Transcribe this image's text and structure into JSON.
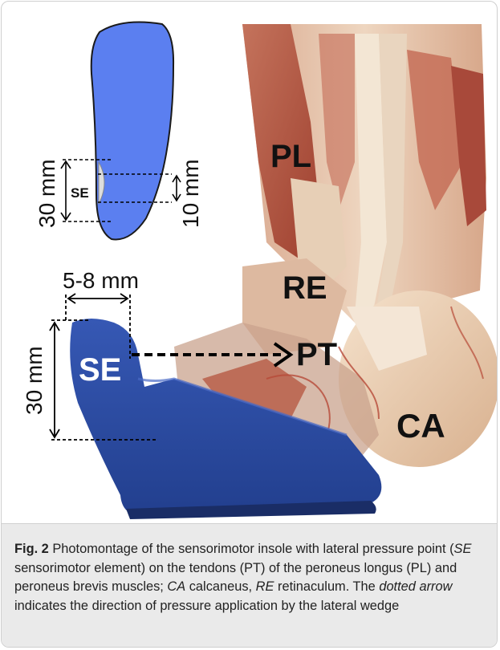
{
  "figure": {
    "labels": {
      "pl": "PL",
      "re": "RE",
      "pt": "PT",
      "ca": "CA",
      "se_large": "SE",
      "se_small": "SE"
    },
    "dimensions": {
      "sole_length": "30 mm",
      "sole_width": "10 mm",
      "wedge_width": "5-8 mm",
      "wedge_height": "30 mm"
    },
    "colors": {
      "insole_outline_fill": "#5b7ff0",
      "insole_photo": "#2e4fa6",
      "muscle": "#b85b46",
      "tendon": "#efe2cf",
      "bone": "#f3dcc2"
    }
  },
  "caption": {
    "fig_number": "Fig. 2",
    "text_1": " Photomontage of the sensorimotor insole with lateral pressure point (",
    "se_abbr": "SE",
    "text_2": " sensorimotor element) on the tendons (PT) of the peroneus longus (PL) and peroneus brevis muscles; ",
    "ca_abbr": "CA",
    "text_3": " calcaneus, ",
    "re_abbr": "RE",
    "text_4": " retinaculum. The ",
    "dotted_arrow": "dotted arrow",
    "text_5": " indicates the direction of pressure application by the lateral wedge"
  }
}
